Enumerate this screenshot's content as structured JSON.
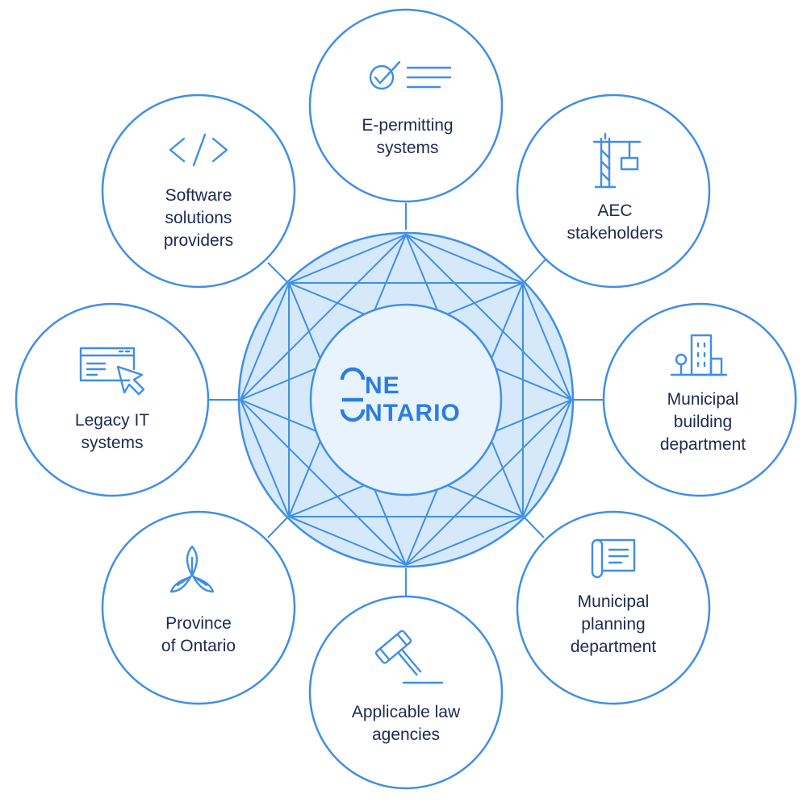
{
  "hub": {
    "logo_word_1": "NE",
    "logo_word_2": "NTARIO",
    "colors": {
      "line": "#3f8ee8",
      "hub_fill": "#d6e9fb",
      "inner_fill": "#e9f3fd",
      "text": "#1c2a4f",
      "logo": "#2a7de1"
    }
  },
  "nodes": [
    {
      "id": "e-permitting",
      "icon": "checklist-icon",
      "lines": [
        "E-permitting",
        "systems"
      ]
    },
    {
      "id": "aec",
      "icon": "crane-icon",
      "lines": [
        "AEC",
        "stakeholders"
      ]
    },
    {
      "id": "building",
      "icon": "buildings-icon",
      "lines": [
        "Municipal",
        "building",
        "department"
      ]
    },
    {
      "id": "planning",
      "icon": "blueprint-icon",
      "lines": [
        "Municipal",
        "planning",
        "department"
      ]
    },
    {
      "id": "law",
      "icon": "gavel-icon",
      "lines": [
        "Applicable law",
        "agencies"
      ]
    },
    {
      "id": "province",
      "icon": "trillium-icon",
      "lines": [
        "Province",
        "of Ontario"
      ]
    },
    {
      "id": "legacy",
      "icon": "browser-cursor-icon",
      "lines": [
        "Legacy IT",
        "systems"
      ]
    },
    {
      "id": "software",
      "icon": "code-icon",
      "lines": [
        "Software",
        "solutions",
        "providers"
      ]
    }
  ]
}
